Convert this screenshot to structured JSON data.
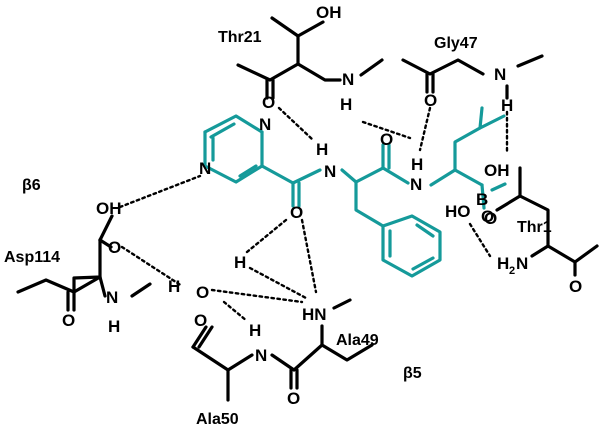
{
  "residues": {
    "thr21": "Thr21",
    "gly47": "Gly47",
    "beta6": "β6",
    "asp114": "Asp114",
    "ala49": "Ala49",
    "ala50": "Ala50",
    "beta5": "β5",
    "thr1": "Thr1"
  },
  "atoms": {
    "oh": "OH",
    "o": "O",
    "n": "N",
    "h": "H",
    "hn": "HN",
    "b": "B",
    "ho": "HO",
    "h2n": "H",
    "h2n_sub": "2",
    "h2n_n": "N"
  },
  "colors": {
    "ligand": "#159a9a",
    "protein": "#000000"
  }
}
